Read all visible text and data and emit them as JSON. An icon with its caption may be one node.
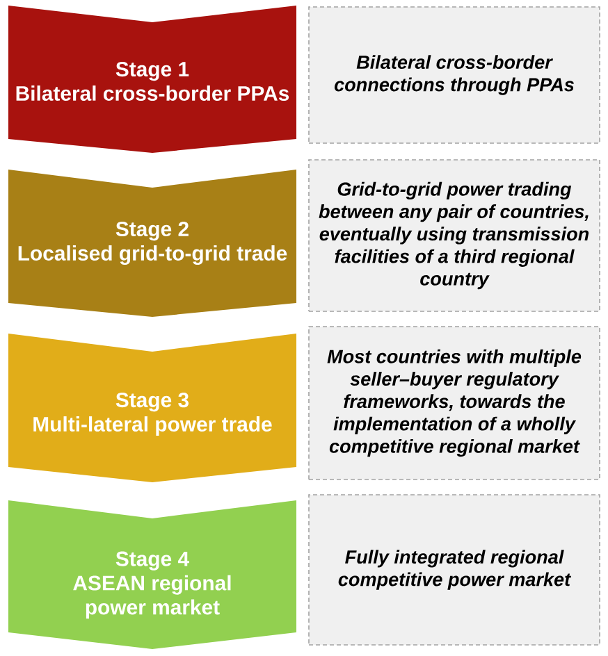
{
  "diagram": {
    "nodes": [
      {
        "text": [
          "Stage 1",
          "Bilateral cross-border PPAs"
        ]
      },
      {
        "text": [
          "Bilateral cross-border connections through PPAs"
        ]
      },
      {
        "text": [
          "Stage 2",
          "Localised grid-to-grid trade"
        ]
      },
      {
        "text": [
          "Grid-to-grid power trading between any pair of countries, eventually using transmission facilities of a third regional country"
        ]
      },
      {
        "text": [
          "Stage 3",
          "Multi-lateral power trade"
        ]
      },
      {
        "text": [
          "Most countries with multiple seller–buyer regulatory frameworks, towards the implementation of a wholly competitive regional market"
        ]
      },
      {
        "text": [
          "Stage 4",
          "ASEAN regional power market"
        ]
      },
      {
        "text": [
          "Fully integrated regional competitive power market"
        ]
      }
    ]
  }
}
